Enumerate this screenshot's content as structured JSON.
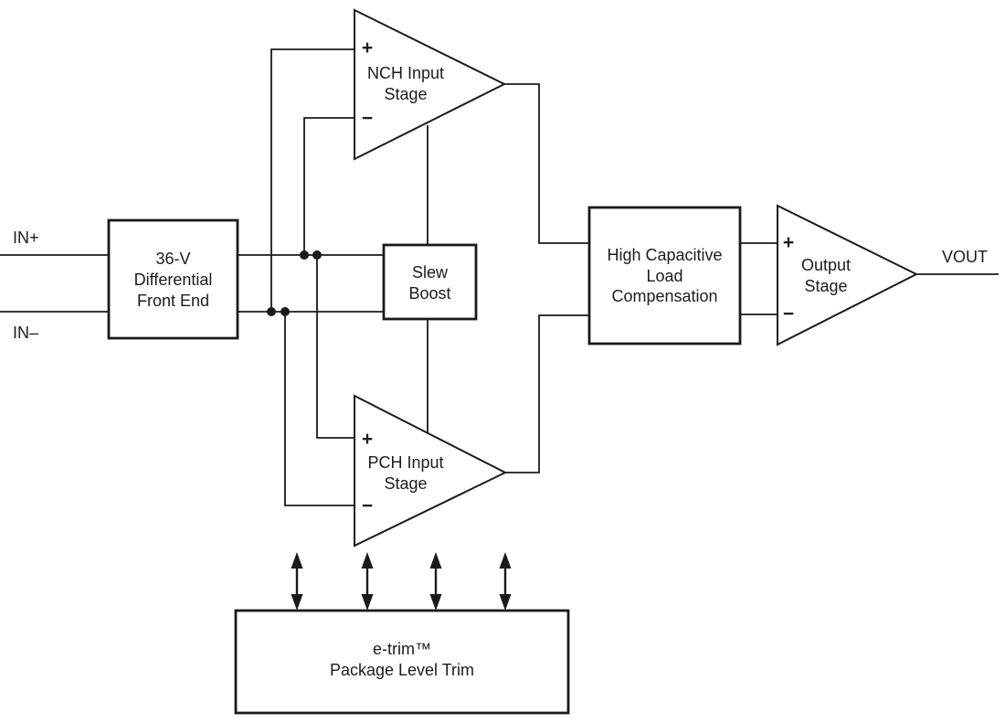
{
  "diagram": {
    "kind": "op-amp functional block diagram",
    "colors": {
      "line": "#1a1a1a",
      "background": "#ffffff",
      "text": "#1c1c1c"
    },
    "io": {
      "in_plus": "IN+",
      "in_minus": "IN–",
      "vout": "VOUT"
    },
    "blocks": {
      "front_end": {
        "line1": "36-V",
        "line2": "Differential",
        "line3": "Front End"
      },
      "slew_boost": {
        "line1": "Slew",
        "line2": "Boost"
      },
      "load_comp": {
        "line1": "High Capacitive",
        "line2": "Load",
        "line3": "Compensation"
      },
      "etrim": {
        "line1": "e-trim™",
        "line2": "Package Level Trim"
      }
    },
    "amps": {
      "nch": {
        "plus": "+",
        "minus": "−",
        "line1": "NCH Input",
        "line2": "Stage"
      },
      "pch": {
        "plus": "+",
        "minus": "−",
        "line1": "PCH Input",
        "line2": "Stage"
      },
      "output_stage": {
        "plus": "+",
        "minus": "−",
        "line1": "Output",
        "line2": "Stage"
      }
    }
  }
}
